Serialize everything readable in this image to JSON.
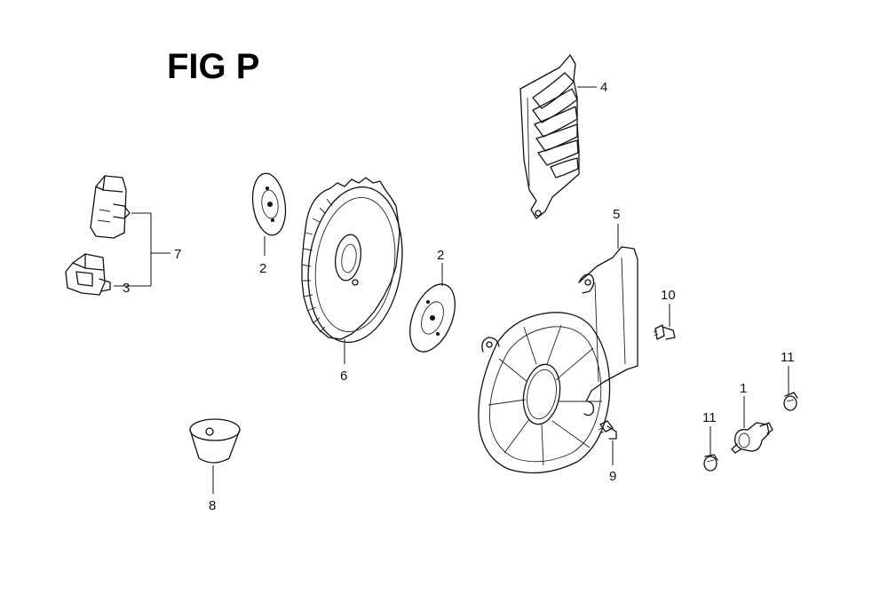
{
  "figure": {
    "title": "FIG P"
  },
  "callouts": {
    "c1": "1",
    "c2a": "2",
    "c2b": "2",
    "c3": "3",
    "c4": "4",
    "c5": "5",
    "c6": "6",
    "c7": "7",
    "c8": "8",
    "c9": "9",
    "c10": "10",
    "c11a": "11",
    "c11b": "11"
  }
}
